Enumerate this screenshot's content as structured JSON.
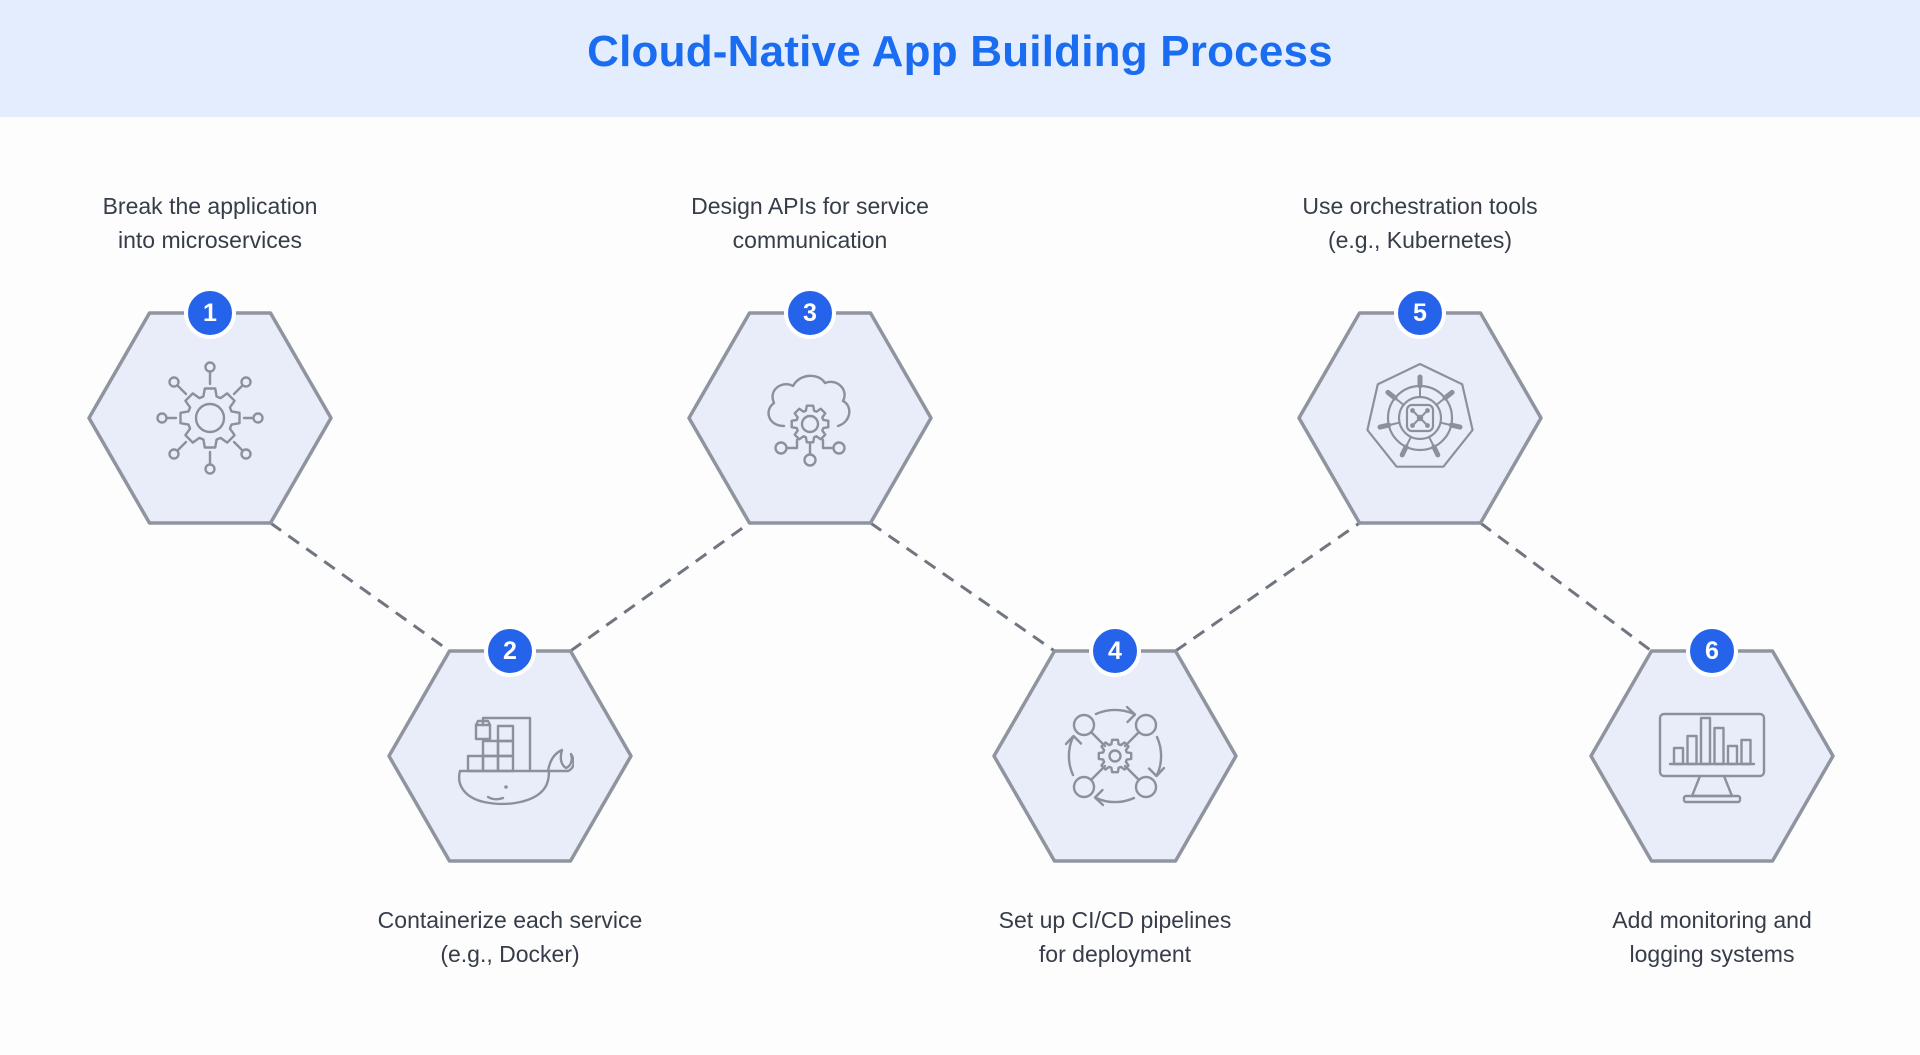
{
  "title": "Cloud-Native App Building Process",
  "steps": [
    {
      "number": "1",
      "icon": "microservices-gear-icon",
      "row": "top",
      "label_lines": [
        "Break the application",
        "into microservices"
      ]
    },
    {
      "number": "2",
      "icon": "docker-whale-icon",
      "row": "bottom",
      "label_lines": [
        "Containerize each service",
        "(e.g., Docker)"
      ]
    },
    {
      "number": "3",
      "icon": "api-cloud-gear-icon",
      "row": "top",
      "label_lines": [
        "Design APIs for service",
        "communication"
      ]
    },
    {
      "number": "4",
      "icon": "cicd-cycle-icon",
      "row": "bottom",
      "label_lines": [
        "Set up CI/CD pipelines",
        "for deployment"
      ]
    },
    {
      "number": "5",
      "icon": "kubernetes-helm-icon",
      "row": "top",
      "label_lines": [
        "Use orchestration tools",
        "(e.g., Kubernetes)"
      ]
    },
    {
      "number": "6",
      "icon": "monitoring-chart-icon",
      "row": "bottom",
      "label_lines": [
        "Add monitoring and",
        "logging systems"
      ]
    }
  ],
  "colors": {
    "header_background": "#e4edfd",
    "title_blue": "#1a6cf0",
    "badge_blue": "#2563eb",
    "hexagon_fill": "#e8edf9",
    "hexagon_border": "#8f959f",
    "icon_stroke": "#8b919c",
    "connector_gray": "#70767f",
    "label_text": "#363d48",
    "page_background": "#fdfdfe"
  }
}
